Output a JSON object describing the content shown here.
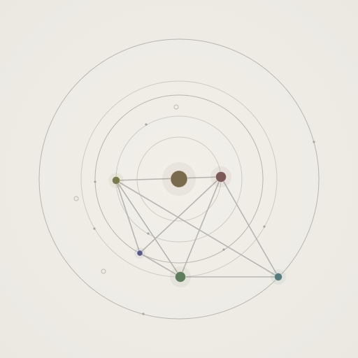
{
  "diagram": {
    "nodes": [
      {
        "id": "center",
        "color": "#7a6a4e",
        "size": "large"
      },
      {
        "id": "red",
        "color": "#7d5a5a",
        "size": "medium"
      },
      {
        "id": "olive",
        "color": "#7a7a4c",
        "size": "small"
      },
      {
        "id": "purple",
        "color": "#585a86",
        "size": "tiny"
      },
      {
        "id": "green",
        "color": "#5e7d5c",
        "size": "medium"
      },
      {
        "id": "teal",
        "color": "#587a7c",
        "size": "small"
      }
    ],
    "edges": [
      [
        "olive",
        "red"
      ],
      [
        "olive",
        "purple"
      ],
      [
        "olive",
        "green"
      ],
      [
        "olive",
        "teal"
      ],
      [
        "red",
        "purple"
      ],
      [
        "red",
        "green"
      ],
      [
        "red",
        "teal"
      ],
      [
        "purple",
        "green"
      ],
      [
        "green",
        "teal"
      ]
    ],
    "colors": {
      "background": "#eeebe5",
      "ring": "#b9b5ad",
      "edge": "#b8b5b0"
    }
  }
}
